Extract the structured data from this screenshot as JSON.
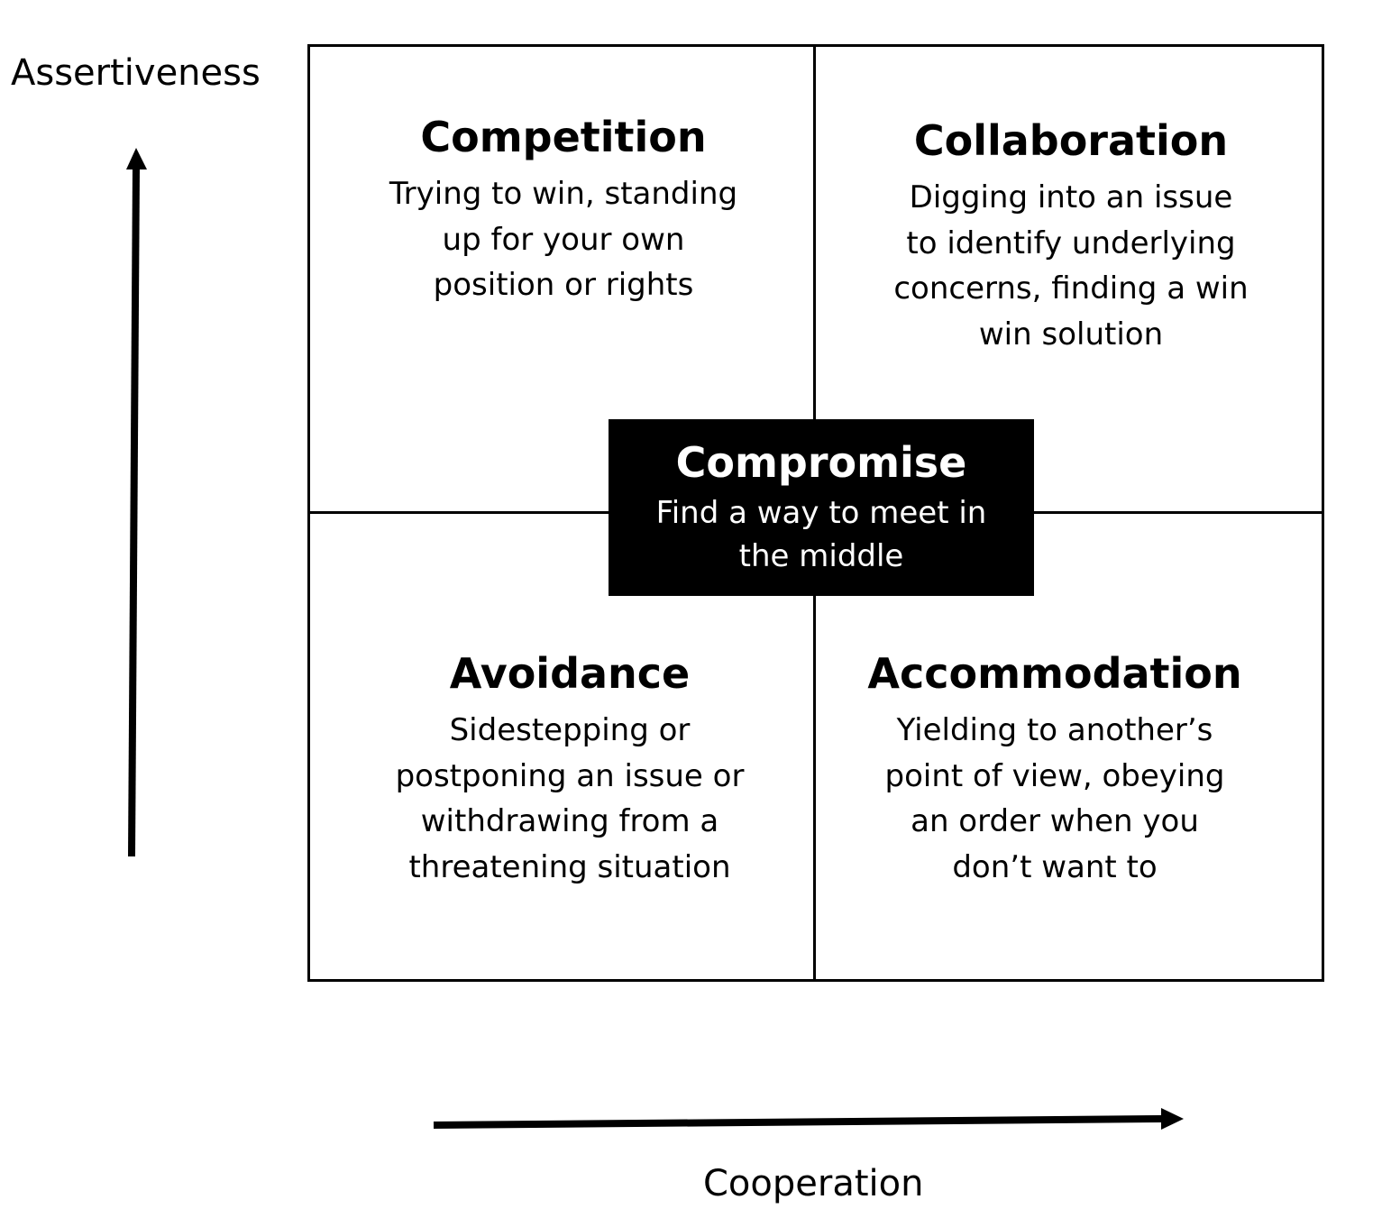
{
  "axes": {
    "y_label": "Assertiveness",
    "x_label": "Cooperation"
  },
  "quadrants": {
    "competition": {
      "title": "Competition",
      "description": "Trying to win, standing up for your own position or rights"
    },
    "collaboration": {
      "title": "Collaboration",
      "description": "Digging into an issue to identify underlying concerns, finding a win win solution"
    },
    "avoidance": {
      "title": "Avoidance",
      "description": "Sidestepping or postponing an issue or withdrawing from a threatening situation"
    },
    "accommodation": {
      "title": "Accommodation",
      "description": "Yielding to another’s point of view, obeying an order when you don’t want to"
    }
  },
  "center": {
    "title": "Compromise",
    "description": "Find a way to meet in the middle"
  },
  "colors": {
    "line": "#000000",
    "center_box_bg": "#000000",
    "center_box_text": "#ffffff",
    "background": "#ffffff"
  }
}
